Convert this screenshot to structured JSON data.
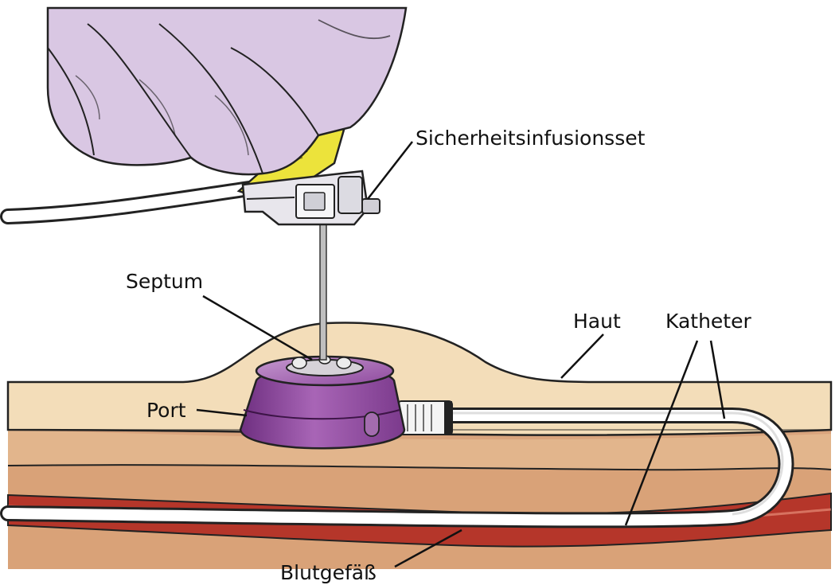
{
  "labels": {
    "infusion_set": "Sicherheitsinfusionsset",
    "septum": "Septum",
    "port": "Port",
    "skin": "Haut",
    "catheter": "Katheter",
    "blood_vessel": "Blutgefäß"
  },
  "colors": {
    "glove": "#d9c7e3",
    "skin_top": "#f2dcb8",
    "skin_mid": "#e8c79c",
    "tissue": "#dba884",
    "vessel": "#b5362a",
    "port": "#8f4a9e",
    "clip": "#e8de3a"
  }
}
